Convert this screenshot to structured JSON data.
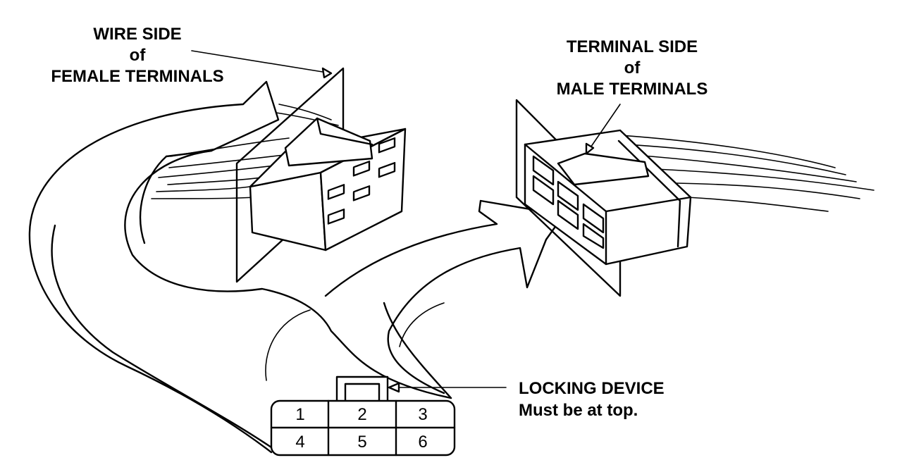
{
  "labels": {
    "wire_side": [
      "WIRE SIDE",
      "of",
      "FEMALE TERMINALS"
    ],
    "terminal_side": [
      "TERMINAL SIDE",
      "of",
      "MALE TERMINALS"
    ],
    "locking_device": [
      "LOCKING DEVICE",
      "Must be at top."
    ]
  },
  "pinout": {
    "top_row": [
      "1",
      "2",
      "3"
    ],
    "bottom_row": [
      "4",
      "5",
      "6"
    ]
  }
}
